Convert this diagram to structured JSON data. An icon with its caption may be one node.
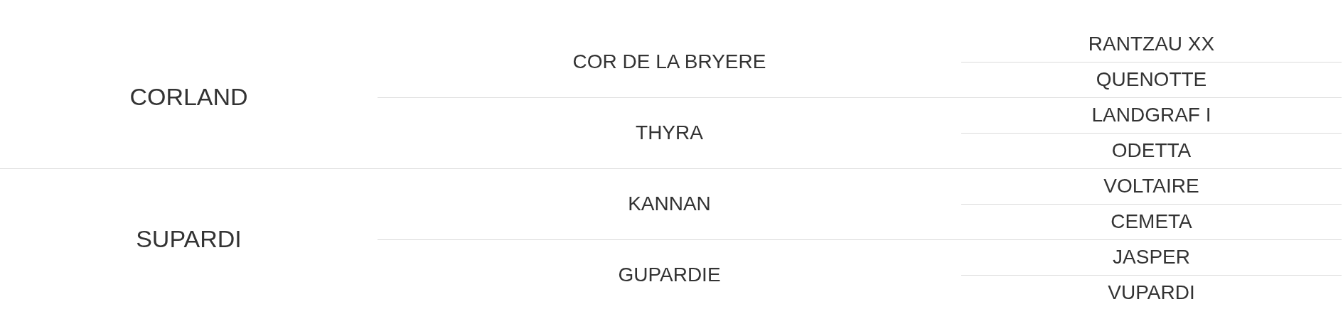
{
  "diagram": {
    "labels": [
      "CORLAND",
      "COR DE LA BRYERE",
      "RANTZAU XX",
      "QUENOTTE",
      "THYRA",
      "LANDGRAF I",
      "ODETTA",
      "SUPARDI",
      "KANNAN",
      "VOLTAIRE",
      "CEMETA",
      "GUPARDIE",
      "JASPER",
      "VUPARDI"
    ]
  }
}
